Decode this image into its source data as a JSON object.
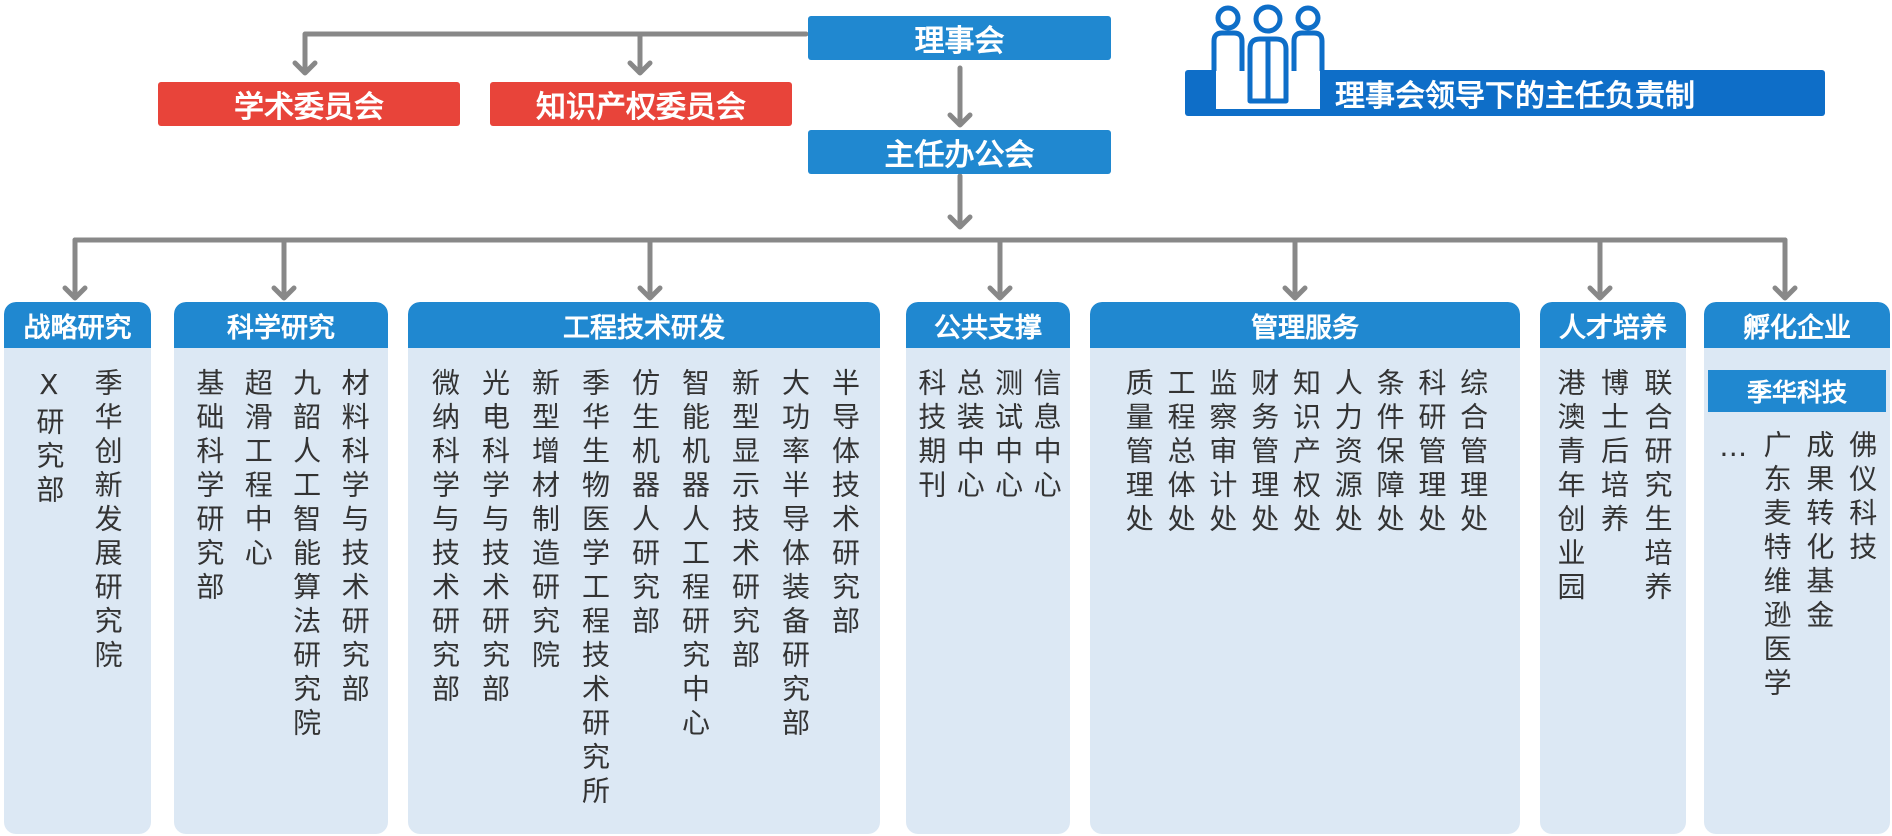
{
  "top": {
    "board": "理事会",
    "academic": "学术委员会",
    "ip": "知识产权委员会",
    "director": "主任办公会",
    "banner": "理事会领导下的主任负责制"
  },
  "panels": [
    {
      "title": "战略研究",
      "units": [
        "季华创新发展研究院",
        "X研究部"
      ]
    },
    {
      "title": "科学研究",
      "units": [
        "材料科学与技术研究部",
        "九韶人工智能算法研究院",
        "超滑工程中心",
        "基础科学研究部"
      ]
    },
    {
      "title": "工程技术研发",
      "units": [
        "半导体技术研究部",
        "大功率半导体装备研究部",
        "新型显示技术研究部",
        "智能机器人工程研究中心",
        "仿生机器人研究部",
        "季华生物医学工程技术研究所",
        "新型增材制造研究院",
        "光电科学与技术研究部",
        "微纳科学与技术研究部"
      ]
    },
    {
      "title": "公共支撑",
      "units": [
        "信息中心",
        "测试中心",
        "总装中心",
        "科技期刊"
      ]
    },
    {
      "title": "管理服务",
      "units": [
        "综合管理处",
        "科研管理处",
        "条件保障处",
        "人力资源处",
        "知识产权处",
        "财务管理处",
        "监察审计处",
        "工程总体处",
        "质量管理处"
      ]
    },
    {
      "title": "人才培养",
      "units": [
        "联合研究生培养",
        "博士后培养",
        "港澳青年创业园"
      ]
    },
    {
      "title": "孵化企业",
      "subtitle": "季华科技",
      "units": [
        "佛仪科技",
        "成果转化基金",
        "广东麦特维逊医学",
        "…"
      ]
    }
  ],
  "colors": {
    "box_blue": "#2088d0",
    "box_red": "#e8443a",
    "banner_blue": "#0e6ec8",
    "panel_bg": "#dce8f4",
    "connector_gray": "#888888",
    "text": "#333333"
  },
  "icons": {
    "banner": "people-group-icon"
  }
}
